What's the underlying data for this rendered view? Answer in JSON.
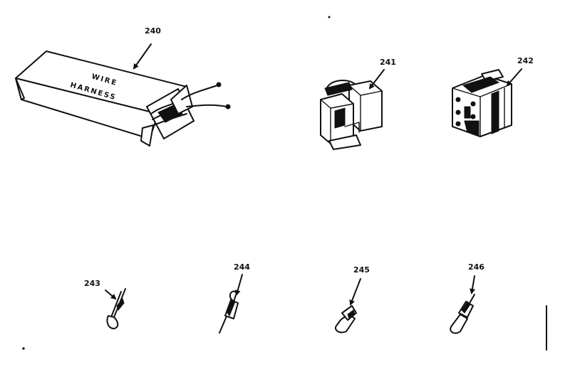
{
  "parts": {
    "harness": {
      "number": "240",
      "package_text_line1": "WIRE",
      "package_text_line2": "HARNESS"
    },
    "connector_a": {
      "number": "241"
    },
    "connector_b": {
      "number": "242"
    },
    "terminal_a": {
      "number": "243"
    },
    "terminal_b": {
      "number": "244"
    },
    "terminal_c": {
      "number": "245"
    },
    "terminal_d": {
      "number": "246"
    }
  }
}
